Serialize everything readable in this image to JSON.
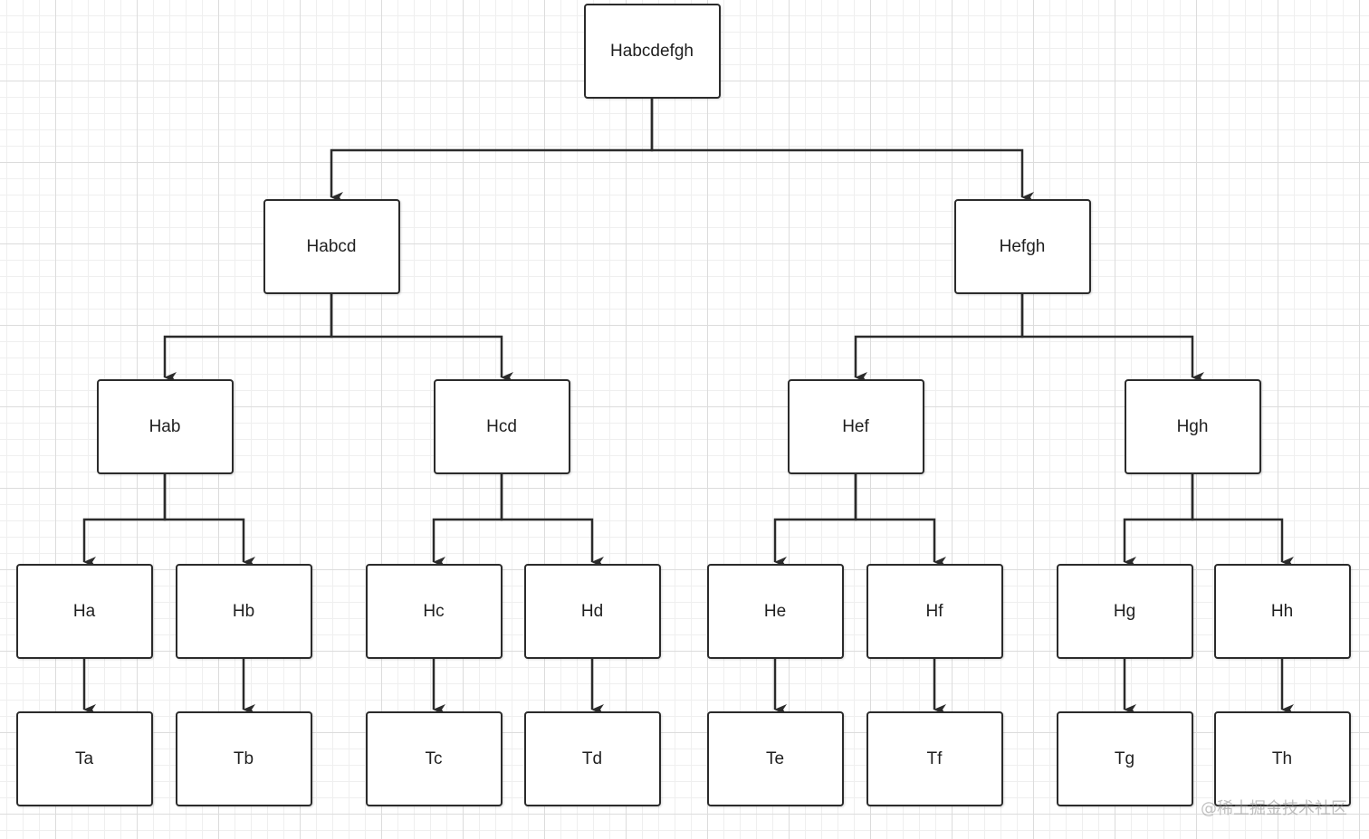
{
  "diagram": {
    "nodes": [
      {
        "id": "habcdefgh",
        "label": "Habcdefgh"
      },
      {
        "id": "habcd",
        "label": "Habcd"
      },
      {
        "id": "hefgh",
        "label": "Hefgh"
      },
      {
        "id": "hab",
        "label": "Hab"
      },
      {
        "id": "hcd",
        "label": "Hcd"
      },
      {
        "id": "hef",
        "label": "Hef"
      },
      {
        "id": "hgh",
        "label": "Hgh"
      },
      {
        "id": "ha",
        "label": "Ha"
      },
      {
        "id": "hb",
        "label": "Hb"
      },
      {
        "id": "hc",
        "label": "Hc"
      },
      {
        "id": "hd",
        "label": "Hd"
      },
      {
        "id": "he",
        "label": "He"
      },
      {
        "id": "hf",
        "label": "Hf"
      },
      {
        "id": "hg",
        "label": "Hg"
      },
      {
        "id": "hh",
        "label": "Hh"
      },
      {
        "id": "ta",
        "label": "Ta"
      },
      {
        "id": "tb",
        "label": "Tb"
      },
      {
        "id": "tc",
        "label": "Tc"
      },
      {
        "id": "td",
        "label": "Td"
      },
      {
        "id": "te",
        "label": "Te"
      },
      {
        "id": "tf",
        "label": "Tf"
      },
      {
        "id": "tg",
        "label": "Tg"
      },
      {
        "id": "th",
        "label": "Th"
      }
    ],
    "edges": [
      {
        "from": "habcdefgh",
        "to": "habcd"
      },
      {
        "from": "habcdefgh",
        "to": "hefgh"
      },
      {
        "from": "habcd",
        "to": "hab"
      },
      {
        "from": "habcd",
        "to": "hcd"
      },
      {
        "from": "hefgh",
        "to": "hef"
      },
      {
        "from": "hefgh",
        "to": "hgh"
      },
      {
        "from": "hab",
        "to": "ha"
      },
      {
        "from": "hab",
        "to": "hb"
      },
      {
        "from": "hcd",
        "to": "hc"
      },
      {
        "from": "hcd",
        "to": "hd"
      },
      {
        "from": "hef",
        "to": "he"
      },
      {
        "from": "hef",
        "to": "hf"
      },
      {
        "from": "hgh",
        "to": "hg"
      },
      {
        "from": "hgh",
        "to": "hh"
      },
      {
        "from": "ha",
        "to": "ta"
      },
      {
        "from": "hb",
        "to": "tb"
      },
      {
        "from": "hc",
        "to": "tc"
      },
      {
        "from": "hd",
        "to": "td"
      },
      {
        "from": "he",
        "to": "te"
      },
      {
        "from": "hf",
        "to": "tf"
      },
      {
        "from": "hg",
        "to": "tg"
      },
      {
        "from": "hh",
        "to": "th"
      }
    ]
  },
  "colors": {
    "stroke": "#2b2b2b",
    "box_fill": "#ffffff",
    "text": "#1f1f1f"
  },
  "watermark": "@稀土掘金技术社区"
}
